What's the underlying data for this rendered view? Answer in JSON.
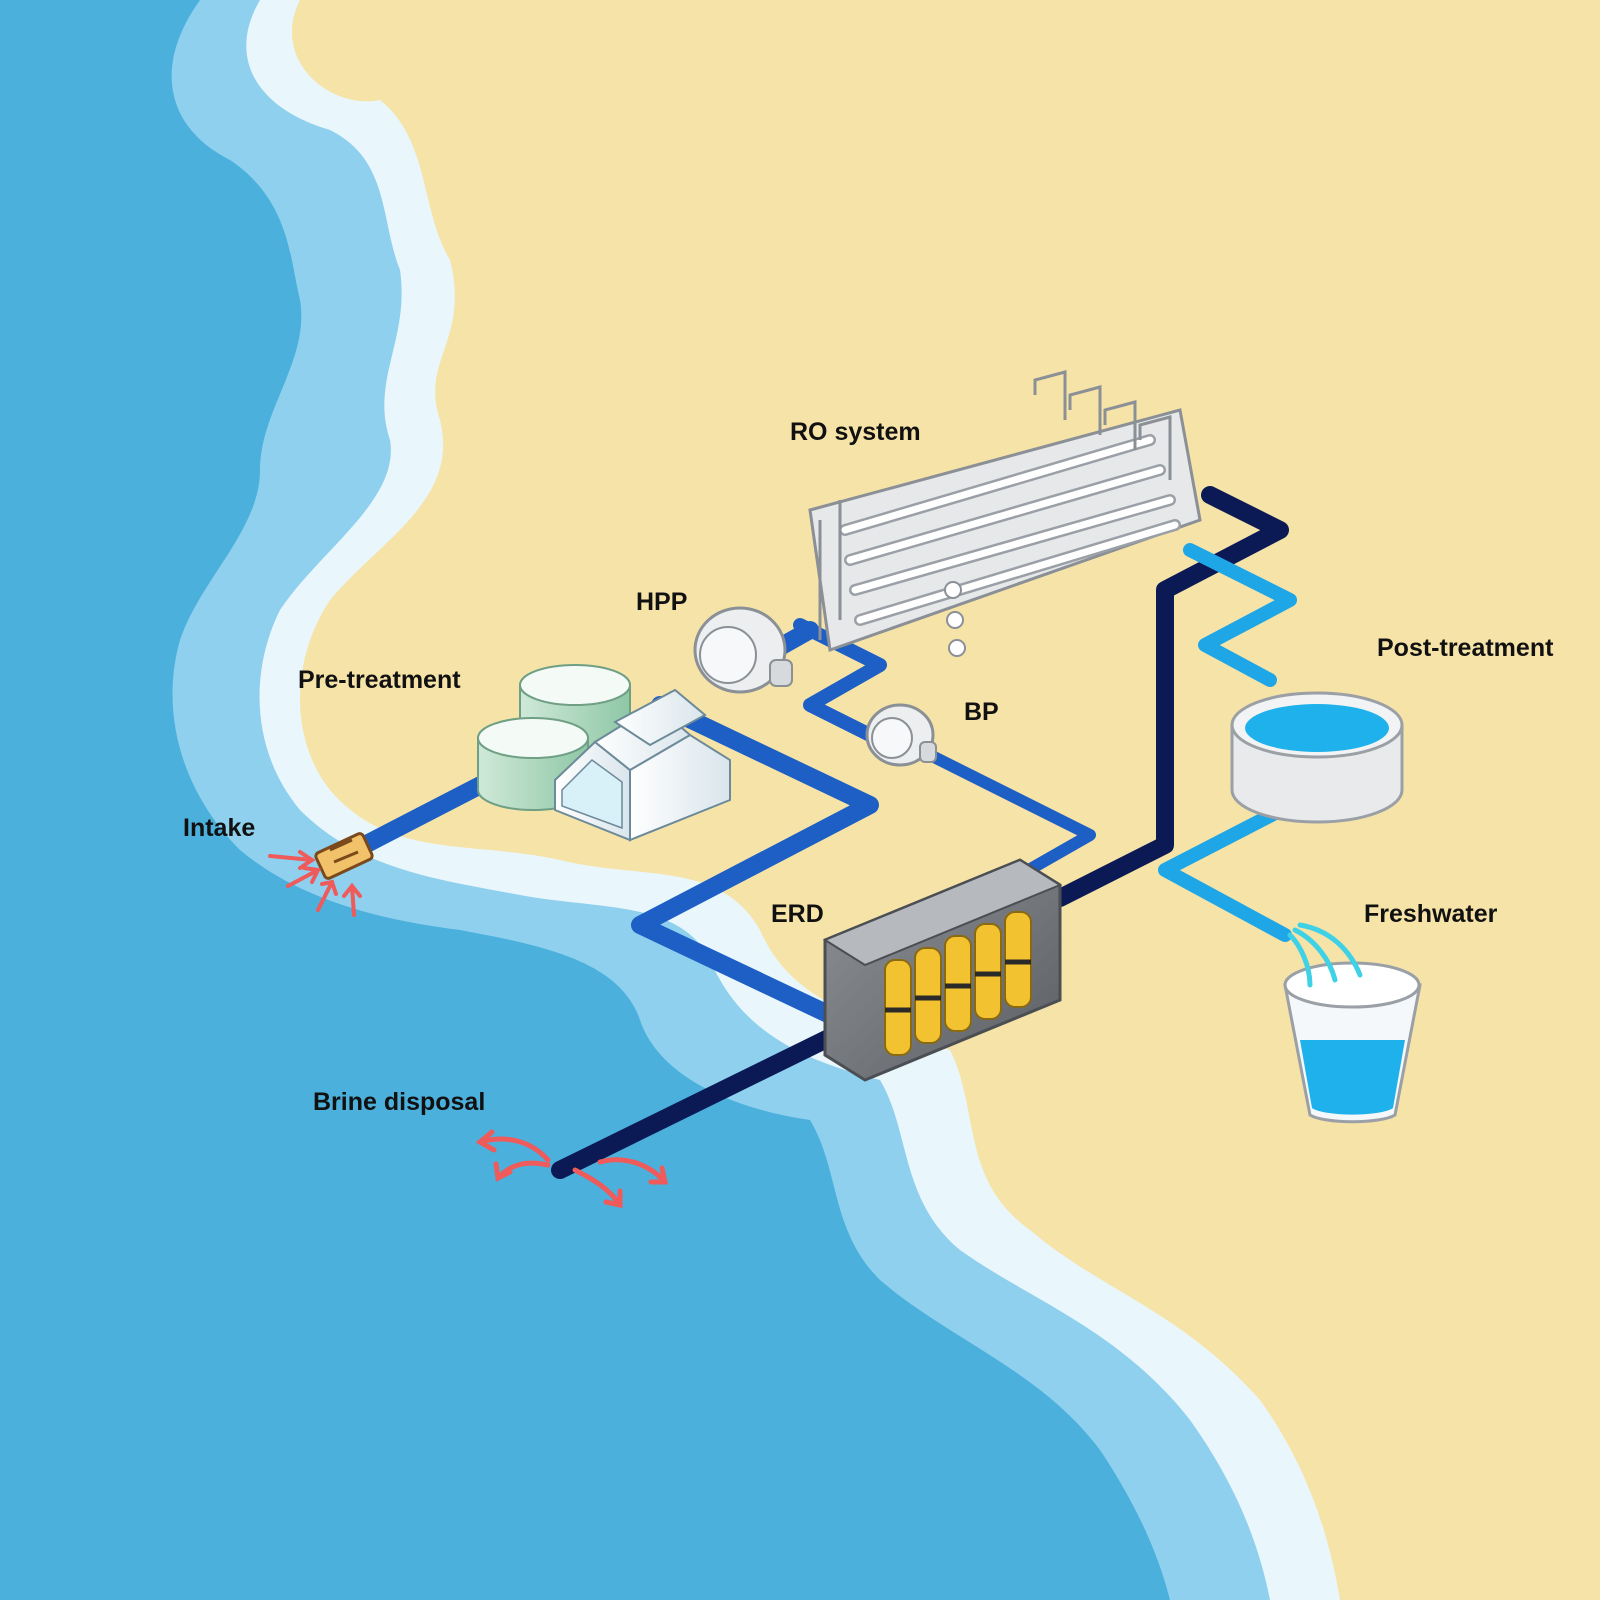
{
  "labels": {
    "ro_system": "RO system",
    "hpp": "HPP",
    "post_treatment": "Post-treatment",
    "pre_treatment": "Pre-treatment",
    "bp": "BP",
    "intake": "Intake",
    "erd": "ERD",
    "freshwater": "Freshwater",
    "brine_disposal": "Brine disposal"
  },
  "colors": {
    "sand": "#f6e3a8",
    "sea": "#4bb0dc",
    "shallow_water": "#8fd0ee",
    "foam": "#e9f6fc",
    "feed_pipe": "#1d5fc4",
    "brine_pipe": "#0b1a55",
    "product_pipe": "#1fa6e6",
    "erd_cylinders": "#f2c230",
    "arrows": "#ef5a5a"
  }
}
